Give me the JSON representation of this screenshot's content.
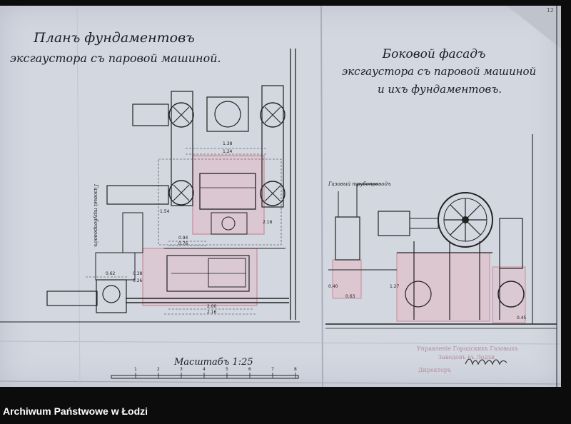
{
  "sheet": {
    "plan_title_line1": "Планъ фундаментовъ",
    "plan_title_line2": "эксгаустора съ паровой машиной.",
    "side_title_line1": "Боковой фасадъ",
    "side_title_line2": "эксгаустора съ паровой машиной",
    "side_title_line3": "и ихъ фундаментовъ.",
    "scale_label": "Масштабъ 1:25",
    "scale_ticks": [
      "1",
      "2",
      "3",
      "4",
      "5",
      "6",
      "7",
      "8"
    ],
    "corner_number": "12",
    "dims": [
      "1.38",
      "1.24",
      "0.94",
      "0.76",
      "2.00",
      "2.16",
      "0.62",
      "0.38",
      "0.26",
      "2.18",
      "1.54",
      "1.27",
      "0.63",
      "0.40",
      "0.45"
    ],
    "side_labels": [
      "Газовый трубопроводъ",
      "Газовый трубопроводъ"
    ],
    "stamp_lines": [
      "Управленіе Городскихъ Газовыхъ",
      "Заводовъ въ Лодзи",
      "Директоръ"
    ]
  },
  "footer": {
    "archive_name": "Archiwum Państwowe w Łodzi"
  },
  "colors": {
    "paper": "#d2d7e0",
    "ink": "#1b1d26",
    "foundation": "#e4b8c3",
    "background": "#0c0c0c"
  }
}
